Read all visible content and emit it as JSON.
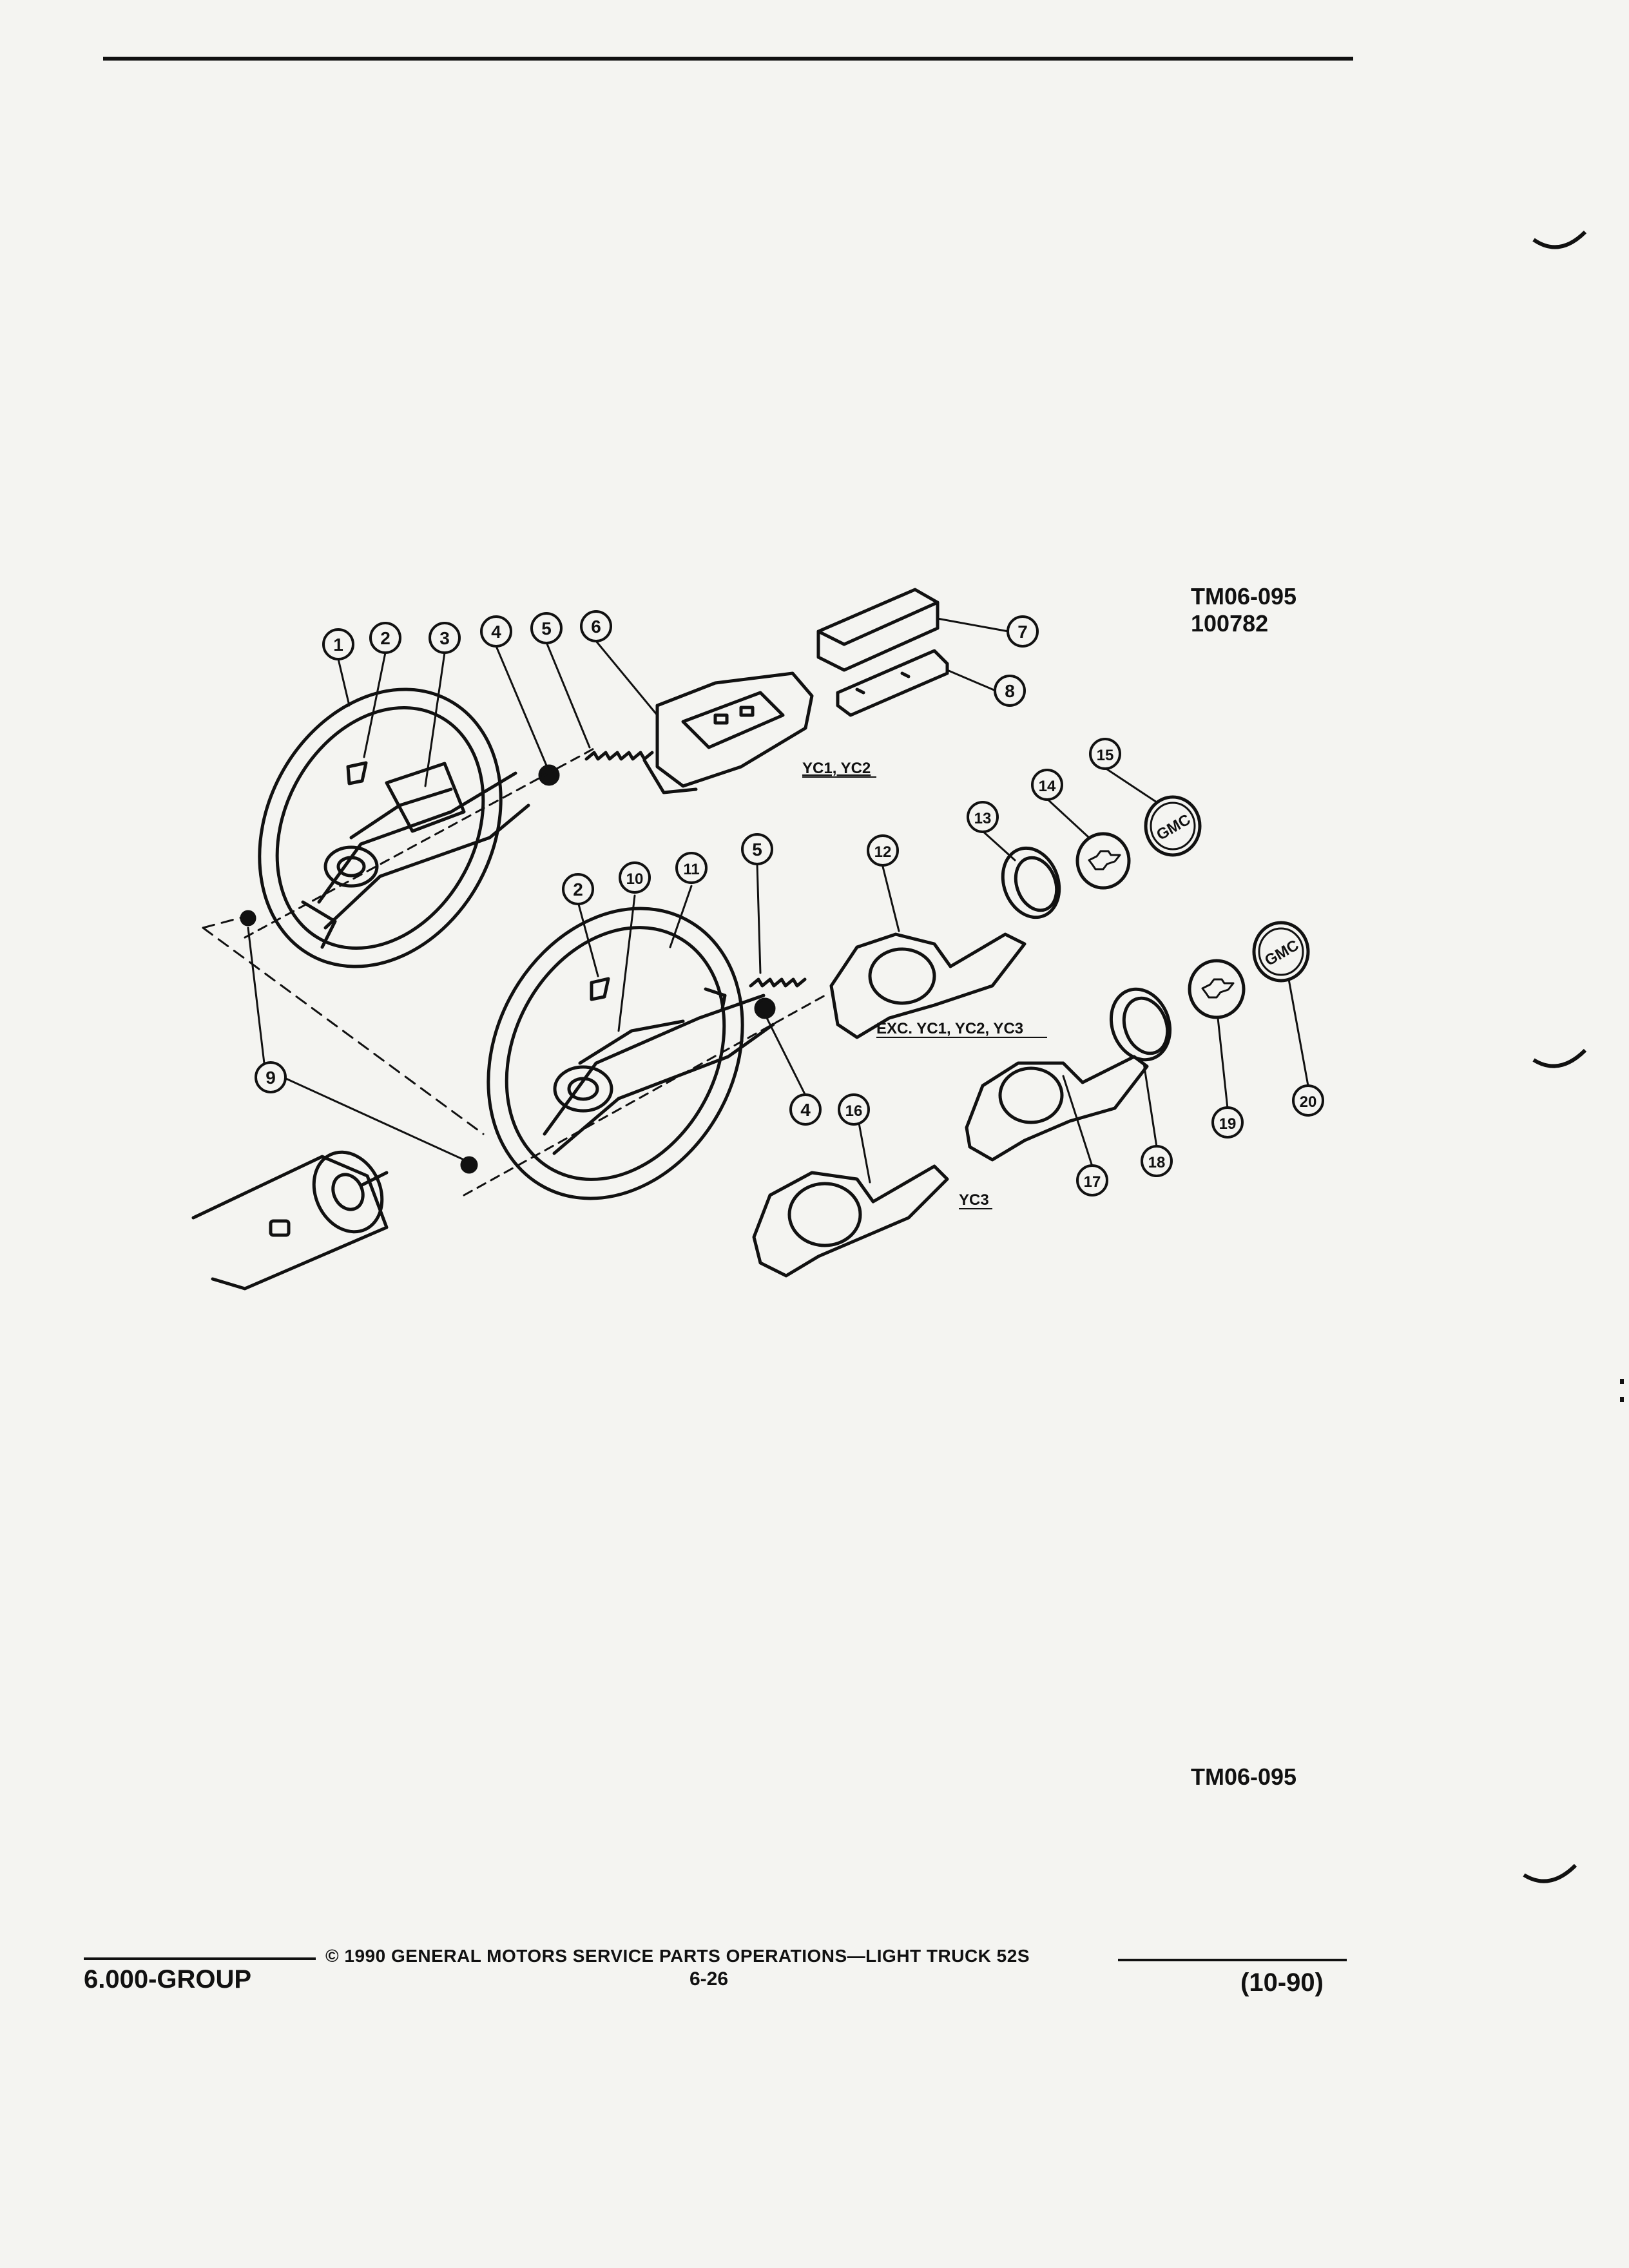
{
  "catalog_id": "TM06-095",
  "catalog_number": "100782",
  "footer": {
    "group": "6.000-GROUP",
    "copyright": "© 1990 GENERAL MOTORS SERVICE PARTS OPERATIONS—LIGHT TRUCK 52S",
    "page": "6-26",
    "date": "(10-90)"
  },
  "bottom_catalog_id": "TM06-095",
  "callouts": [
    "1",
    "2",
    "3",
    "4",
    "5",
    "6",
    "7",
    "8",
    "9",
    "10",
    "11",
    "5",
    "2",
    "12",
    "13",
    "14",
    "15",
    "4",
    "16",
    "17",
    "18",
    "19",
    "20",
    "9"
  ],
  "variant_labels": {
    "top": "YC1, YC2",
    "middle": "EXC. YC1, YC2, YC3",
    "bottom": "YC3"
  },
  "logos": {
    "gmc": "GMC"
  }
}
